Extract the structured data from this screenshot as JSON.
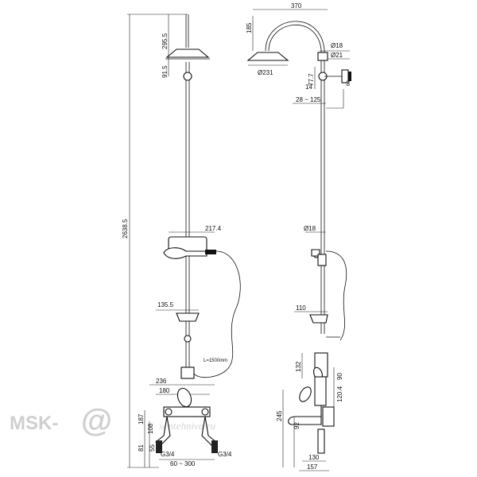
{
  "left_view": {
    "dims": {
      "shower_head_height": "295.5",
      "head_offset": "91.5",
      "total_height": "2638.5",
      "hand_shower_holder": "217.4",
      "soap_dish": "135.5",
      "hose_length": "L=1500mm",
      "mixer_width": "236",
      "mixer_span": "180",
      "height_187": "187",
      "height_108": "108",
      "height_81": "81",
      "height_55": "55",
      "inlet_left": "G3/4",
      "inlet_right": "G3/4",
      "center_distance": "60 ~ 300"
    }
  },
  "right_view": {
    "dims": {
      "arm_width": "370",
      "arm_height": "185",
      "pipe_dia_top": "Ø18",
      "connector_dia": "Ø21",
      "head_dia": "Ø231",
      "height_77": "77.7",
      "offset_14": "14",
      "slide_range": "28 ~ 125",
      "rail_dia": "Ø18",
      "soap_dish_depth": "110",
      "valve_height": "132",
      "valve_offset": "90",
      "height_120": "120.4",
      "height_245": "245",
      "height_92": "92",
      "spout_reach": "130",
      "base_depth": "157"
    }
  },
  "watermark": {
    "brand": "MSK-",
    "at_symbol": "@",
    "site": "santehniva.ru"
  }
}
